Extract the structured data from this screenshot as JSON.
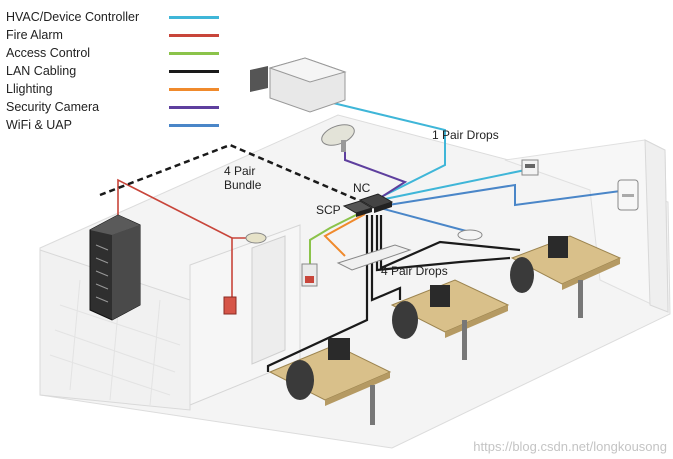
{
  "legend": [
    {
      "label": "HVAC/Device Controller",
      "color": "#3fb6d8"
    },
    {
      "label": "Fire Alarm",
      "color": "#c8453a"
    },
    {
      "label": "Access Control",
      "color": "#8bc34a"
    },
    {
      "label": "LAN Cabling",
      "color": "#1a1a1a"
    },
    {
      "label": "Llighting",
      "color": "#f08a2c"
    },
    {
      "label": "Security Camera",
      "color": "#5e3f9e"
    },
    {
      "label": "WiFi & UAP",
      "color": "#4a86c8"
    }
  ],
  "labels": {
    "one_pair_drops": "1 Pair Drops",
    "four_pair_bundle_line1": "4 Pair",
    "four_pair_bundle_line2": "Bundle",
    "nc": "NC",
    "scp": "SCP",
    "four_pair_drops": "4 Pair Drops"
  },
  "watermark": "https://blog.csdn.net/longkousong"
}
